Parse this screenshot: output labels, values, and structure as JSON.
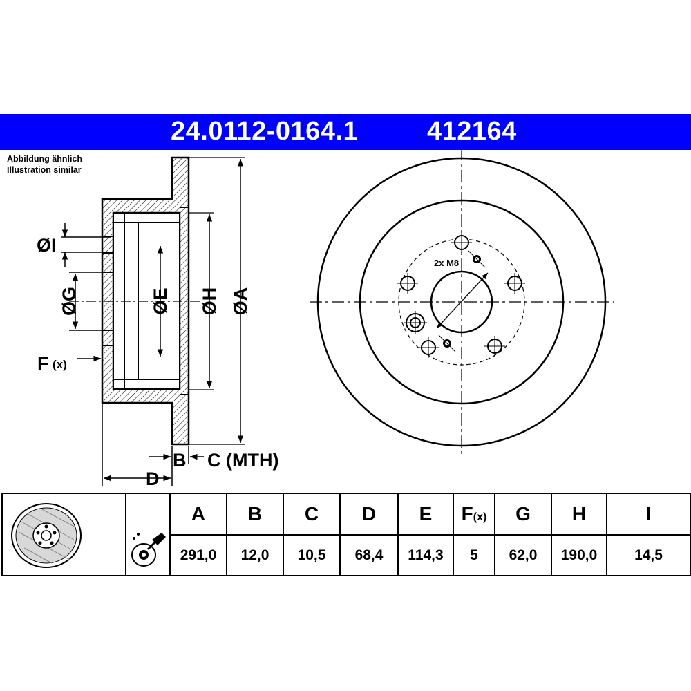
{
  "header": {
    "part_number": "24.0112-0164.1",
    "ref_number": "412164",
    "color": "#0000ff"
  },
  "note": {
    "line1": "Abbildung ähnlich",
    "line2": "Illustration similar"
  },
  "section_view": {
    "labels": {
      "i": "ØI",
      "g": "ØG",
      "e": "ØE",
      "h": "ØH",
      "a": "ØA",
      "f": "F",
      "f_sub": "(x)",
      "b": "B",
      "c": "C (MTH)",
      "d": "D"
    }
  },
  "front_view": {
    "thread_label": "2x M8",
    "bolt_holes": 5
  },
  "spec_table": {
    "headers": [
      "A",
      "B",
      "C",
      "D",
      "E",
      "F",
      "G",
      "H",
      "I"
    ],
    "f_header_sub": "(x)",
    "values": [
      "291,0",
      "12,0",
      "10,5",
      "68,4",
      "114,3",
      "5",
      "62,0",
      "190,0",
      "14,5"
    ],
    "icons": [
      "brake-disc-icon",
      "service-torque-icon"
    ]
  }
}
